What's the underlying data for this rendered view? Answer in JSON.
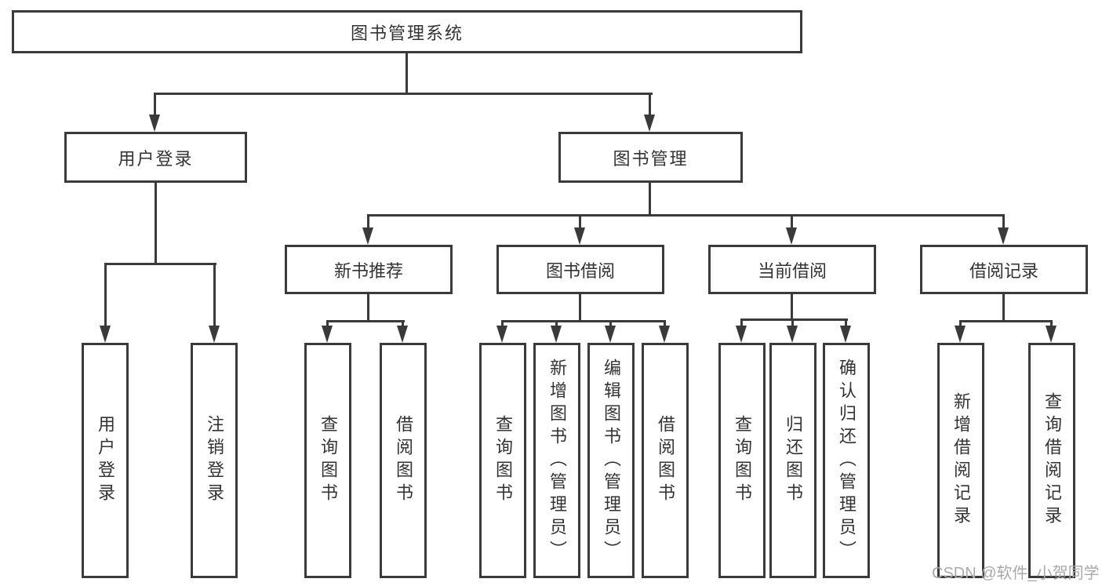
{
  "tree": {
    "root": "图书管理系统",
    "branches": [
      {
        "label": "用户登录",
        "children": [
          "用户登录",
          "注销登录"
        ]
      },
      {
        "label": "图书管理",
        "sections": [
          {
            "label": "新书推荐",
            "children": [
              "查询图书",
              "借阅图书"
            ]
          },
          {
            "label": "图书借阅",
            "children": [
              "查询图书",
              "新增图书（管理员）",
              "编辑图书（管理员）",
              "借阅图书"
            ]
          },
          {
            "label": "当前借阅",
            "children": [
              "查询图书",
              "归还图书",
              "确认归还（管理员）"
            ]
          },
          {
            "label": "借阅记录",
            "children": [
              "新增借阅记录",
              "查询借阅记录"
            ]
          }
        ]
      }
    ]
  },
  "watermark": "CSDN @软件_小贺同学",
  "colors": {
    "line": "#3a3a3a",
    "text": "#333333",
    "watermark_text": "#a9a9a9",
    "background": "#ffffff"
  }
}
